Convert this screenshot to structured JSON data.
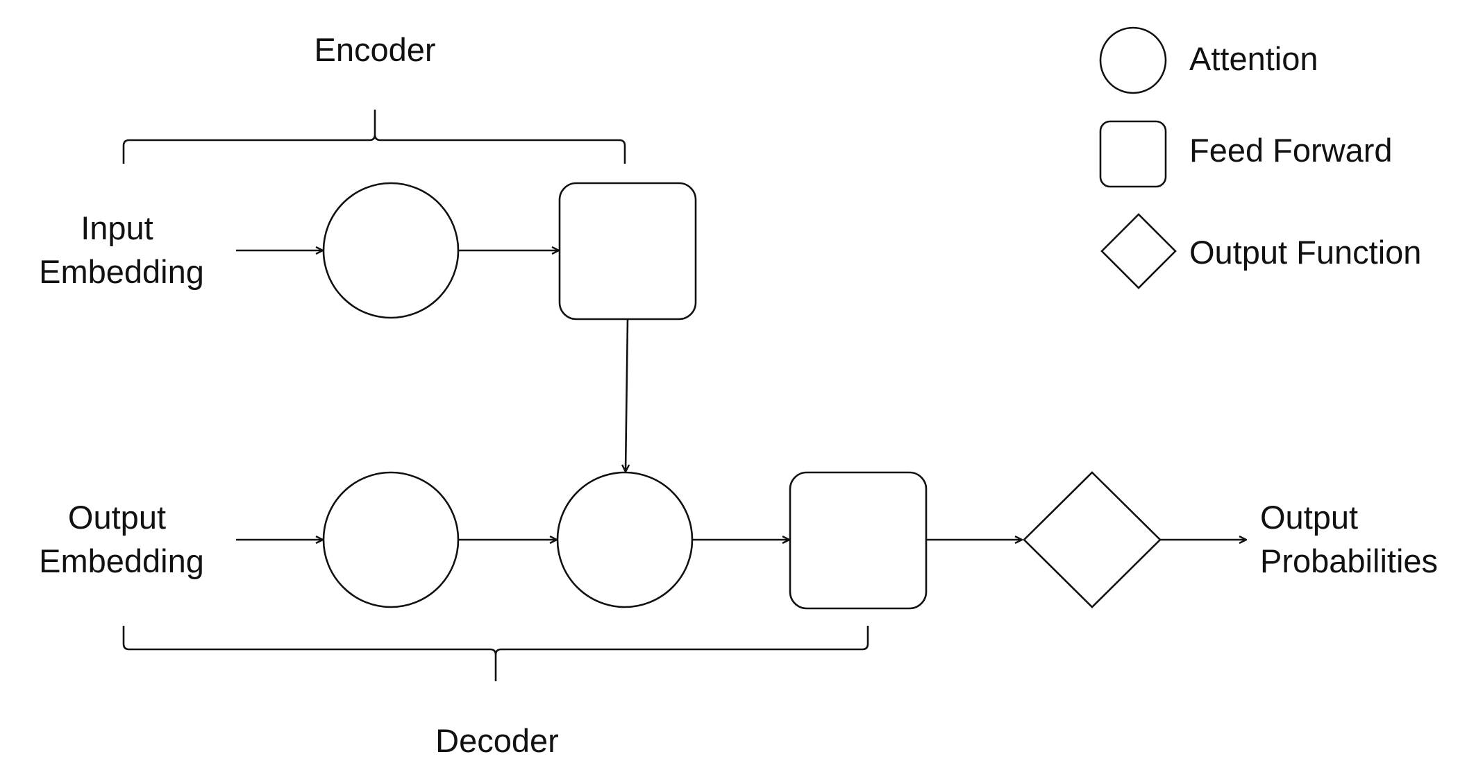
{
  "groups": {
    "encoder": "Encoder",
    "decoder": "Decoder"
  },
  "inputs": {
    "input_line1": "Input",
    "input_line2": "Embedding",
    "output_line1": "Output",
    "output_line2": "Embedding"
  },
  "result": {
    "line1": "Output",
    "line2": "Probabilities"
  },
  "legend": {
    "attention": "Attention",
    "feed_forward": "Feed Forward",
    "output_function": "Output Function"
  },
  "colors": {
    "stroke": "#111111",
    "background": "#ffffff"
  }
}
